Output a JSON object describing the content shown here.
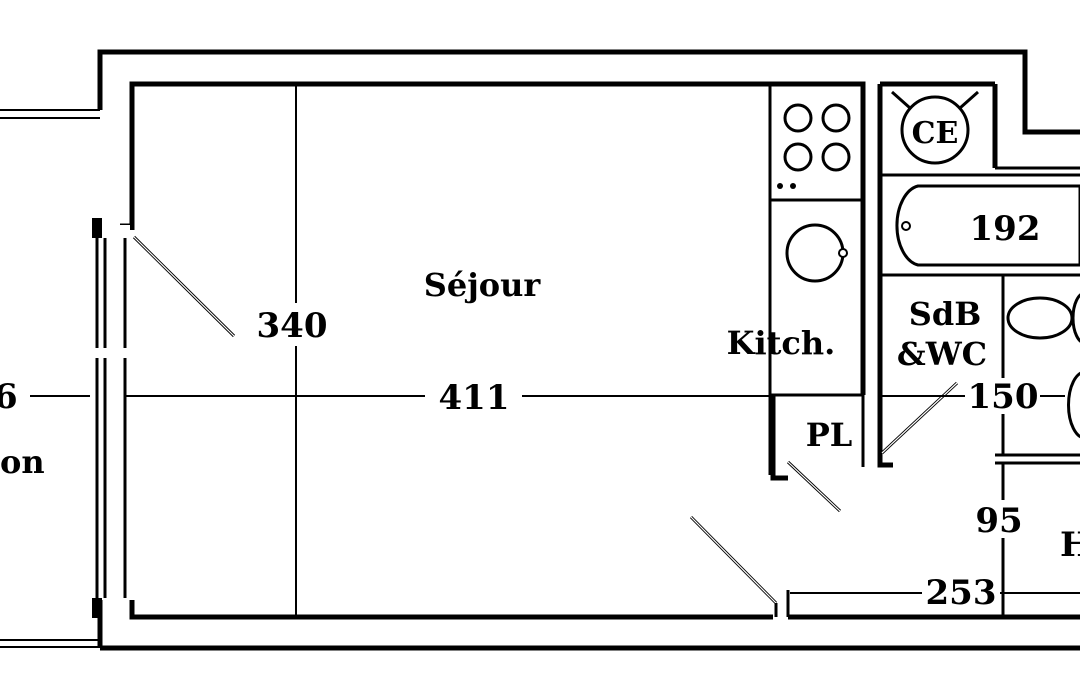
{
  "rooms": {
    "sejour": "Séjour",
    "kitchen": "Kitch.",
    "bathroom_line1": "SdB",
    "bathroom_line2": "&WC",
    "closet": "PL",
    "water_heater": "CE",
    "hall_partial": "H",
    "balcony_partial": "on"
  },
  "dimensions": {
    "sejour_depth": "340",
    "sejour_length": "411",
    "bathtub_length": "192",
    "bathroom_width": "150",
    "hall_width": "95",
    "entry_length": "253",
    "balcony_partial": "6"
  }
}
